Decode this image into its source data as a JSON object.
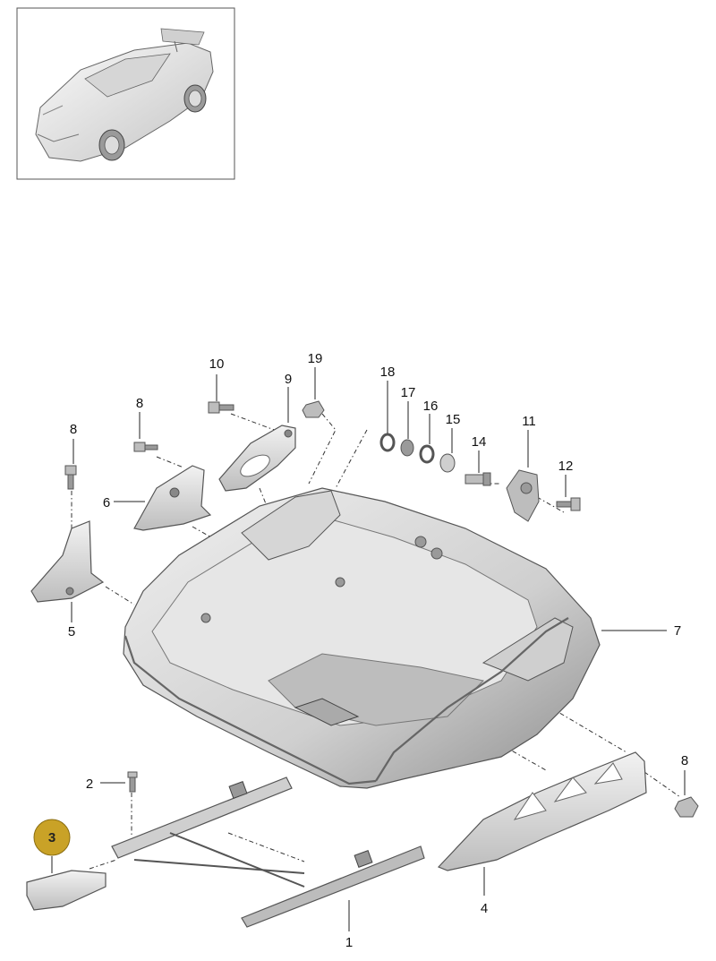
{
  "callouts": [
    {
      "id": "1",
      "label": "1"
    },
    {
      "id": "2",
      "label": "2"
    },
    {
      "id": "3",
      "label": "3",
      "highlighted": true
    },
    {
      "id": "4",
      "label": "4"
    },
    {
      "id": "5",
      "label": "5"
    },
    {
      "id": "6",
      "label": "6"
    },
    {
      "id": "7",
      "label": "7"
    },
    {
      "id": "8a",
      "label": "8"
    },
    {
      "id": "8b",
      "label": "8"
    },
    {
      "id": "8c",
      "label": "8"
    },
    {
      "id": "9",
      "label": "9"
    },
    {
      "id": "10",
      "label": "10"
    },
    {
      "id": "11",
      "label": "11"
    },
    {
      "id": "12",
      "label": "12"
    },
    {
      "id": "14",
      "label": "14"
    },
    {
      "id": "15",
      "label": "15"
    },
    {
      "id": "16",
      "label": "16"
    },
    {
      "id": "17",
      "label": "17"
    },
    {
      "id": "18",
      "label": "18"
    },
    {
      "id": "19",
      "label": "19"
    }
  ],
  "colors": {
    "highlight_fill": "#c9a227",
    "highlight_stroke": "#8a6d12",
    "part_light": "#e2e2e2",
    "part_mid": "#bdbdbd",
    "part_dark": "#8f8f8f",
    "thumbnail_border": "#555555"
  }
}
